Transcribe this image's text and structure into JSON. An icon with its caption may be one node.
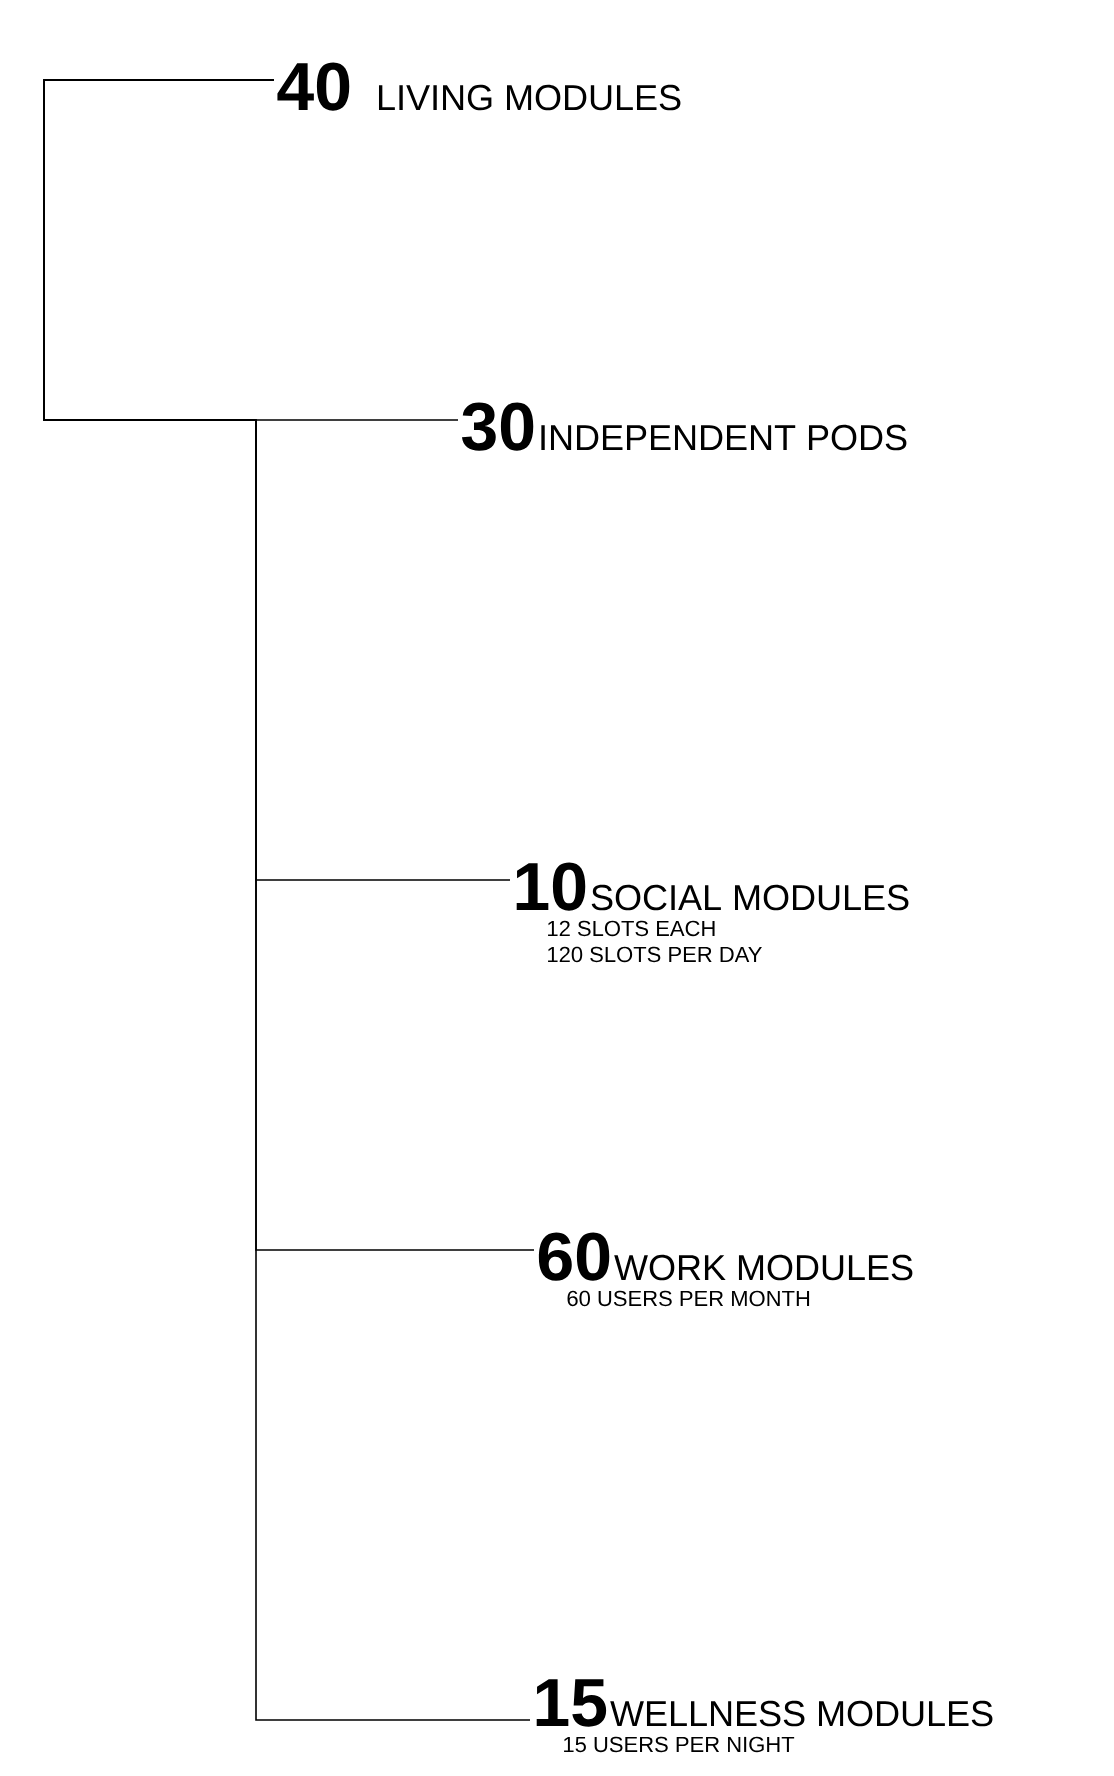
{
  "diagram": {
    "nodes": [
      {
        "text": [
          "40",
          "LIVING MODULES"
        ]
      },
      {
        "text": [
          "30",
          "INDEPENDENT PODS"
        ]
      },
      {
        "text": [
          "10",
          "SOCIAL MODULES",
          "12 SLOTS EACH",
          "120 SLOTS PER DAY"
        ]
      },
      {
        "text": [
          "60",
          "WORK MODULES",
          "60 USERS PER MONTH"
        ]
      },
      {
        "text": [
          "15",
          "WELLNESS MODULES",
          "15 USERS PER NIGHT"
        ]
      }
    ],
    "edges": [
      {
        "from": 0,
        "to": 1,
        "arrow": "none"
      },
      {
        "from": 0,
        "to": 2,
        "arrow": "none"
      },
      {
        "from": 0,
        "to": 3,
        "arrow": "none"
      },
      {
        "from": 0,
        "to": 4,
        "arrow": "none"
      }
    ]
  }
}
